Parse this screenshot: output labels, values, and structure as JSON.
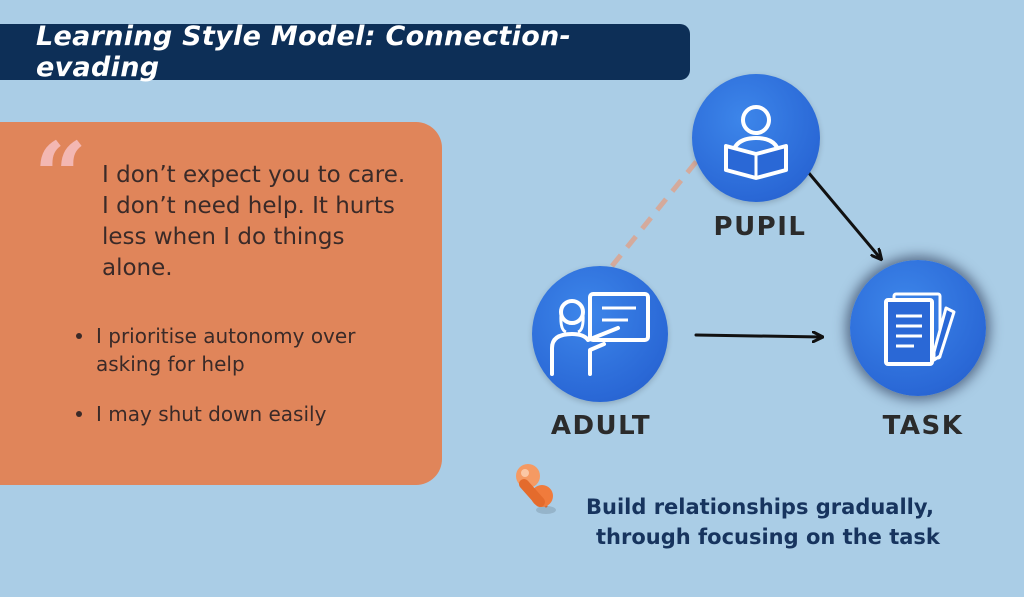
{
  "title": "Learning Style Model: Connection-evading",
  "quote": {
    "mark": "“",
    "text": "I don’t expect you to care. I don’t need help. It hurts less when I do things alone."
  },
  "bullets": [
    "I prioritise autonomy over asking for help",
    "I may shut down easily"
  ],
  "nodes": {
    "pupil": {
      "label": "PUPIL",
      "icon": "reading-person-icon"
    },
    "adult": {
      "label": "ADULT",
      "icon": "teacher-at-board-icon"
    },
    "task": {
      "label": "TASK",
      "icon": "document-pen-icon"
    }
  },
  "edges": [
    {
      "from": "adult",
      "to": "pupil",
      "style": "dashed",
      "color": "#d4aa9c"
    },
    {
      "from": "pupil",
      "to": "task",
      "style": "arrow",
      "color": "#111111"
    },
    {
      "from": "adult",
      "to": "task",
      "style": "arrow",
      "color": "#111111"
    }
  ],
  "caption": {
    "line1": "Build relationships gradually,",
    "line2": "through focusing on the task"
  },
  "colors": {
    "background": "#aacde6",
    "title_bar": "#0d2f57",
    "quote_panel": "#e0855a",
    "node_blue": "#2a68d6",
    "pin": "#f07b3c"
  }
}
